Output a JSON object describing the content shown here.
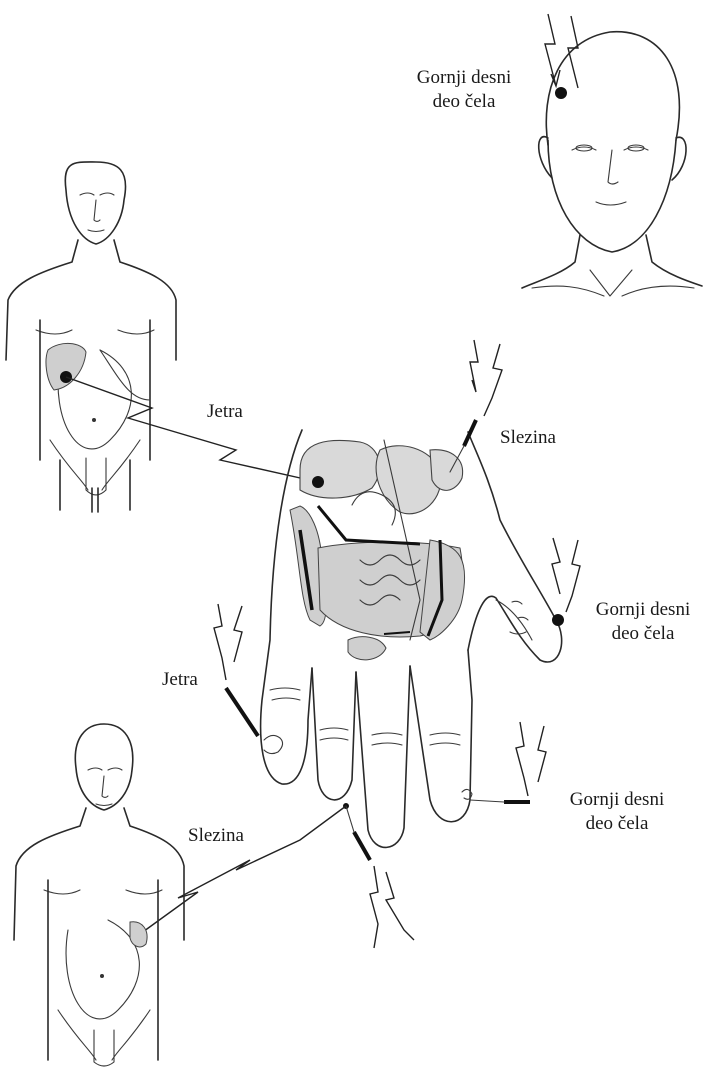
{
  "labels": {
    "forehead_top": [
      "Gornji desni",
      "deo čela"
    ],
    "liver_body": "Jetra",
    "spleen_hand": "Slezina",
    "forehead_thumb": [
      "Gornji desni",
      "deo čela"
    ],
    "liver_finger": "Jetra",
    "forehead_finger": [
      "Gornji desni",
      "deo čela"
    ],
    "spleen_body": "Slezina"
  },
  "colors": {
    "line": "#2a2a2a",
    "organ_fill": "#d9d9d9",
    "point": "#111111"
  }
}
